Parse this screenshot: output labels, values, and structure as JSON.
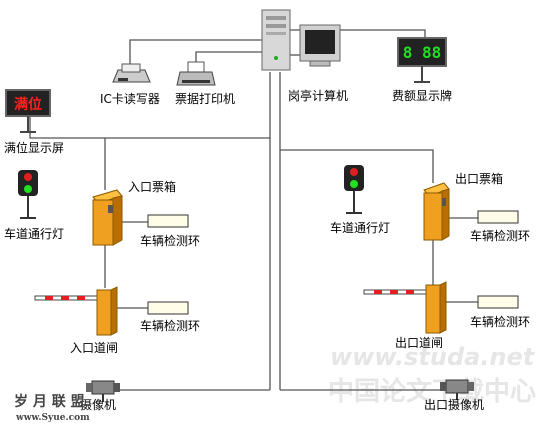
{
  "labels": {
    "ic_reader": "IC卡读写器",
    "ticket_printer": "票据打印机",
    "booth_computer": "岗亭计算机",
    "fee_display": "费额显示牌",
    "full_display": "满位显示屏",
    "entry_lane_light": "车道通行灯",
    "entry_ticket_box": "入口票箱",
    "entry_loop_1": "车辆检测环",
    "entry_loop_2": "车辆检测环",
    "entry_gate": "入口道闸",
    "entry_camera": "摄像机",
    "exit_ticket_box": "出口票箱",
    "exit_lane_light": "车道通行灯",
    "exit_loop_1": "车辆检测环",
    "exit_loop_2": "车辆检测环",
    "exit_gate": "出口道闸",
    "exit_camera": "出口摄像机"
  },
  "devices": {
    "full_sign_text": "满位",
    "fee_display_digits": "8 88"
  },
  "watermarks": {
    "site": "www.studa.net",
    "site_cn": "中国论文下载中心",
    "logo_cn": "岁 月 联 盟",
    "logo_url": "www.Syue.com"
  },
  "colors": {
    "line": "#555555",
    "box_orange": "#f0a020",
    "box_orange_dark": "#b86e00",
    "led_green": "#20e020",
    "led_red": "#e02020",
    "sign_red": "#ff2020"
  }
}
